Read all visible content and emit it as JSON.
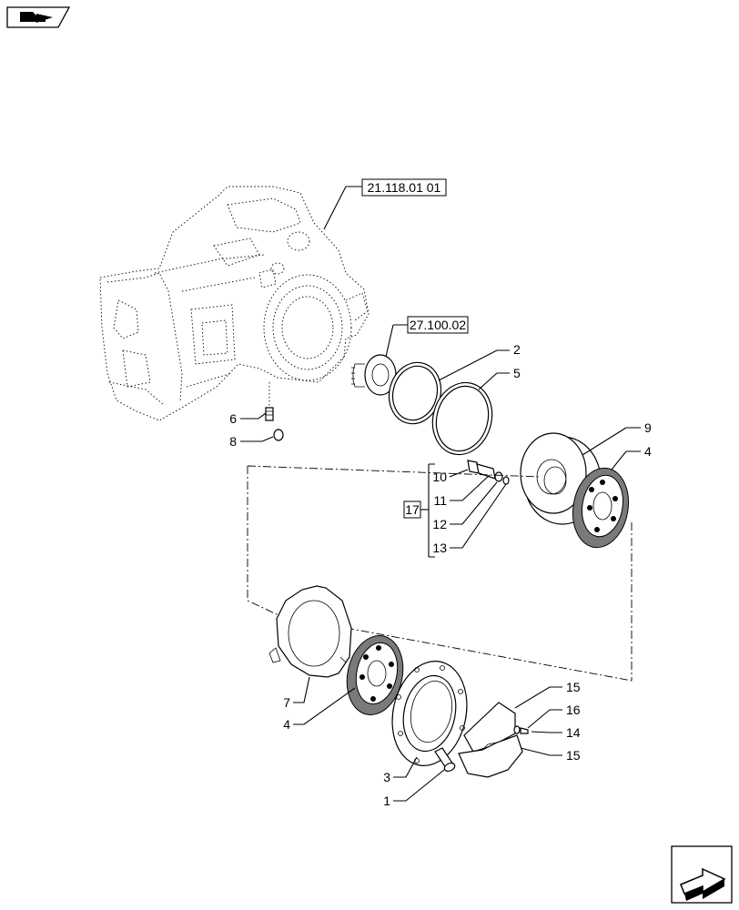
{
  "references": {
    "housing": "21.118.01 01",
    "hub": "27.100.02",
    "kit": "17"
  },
  "callouts": [
    {
      "id": "c1",
      "text": "1"
    },
    {
      "id": "c2",
      "text": "2"
    },
    {
      "id": "c3",
      "text": "3"
    },
    {
      "id": "c4a",
      "text": "4"
    },
    {
      "id": "c4b",
      "text": "4"
    },
    {
      "id": "c5",
      "text": "5"
    },
    {
      "id": "c6",
      "text": "6"
    },
    {
      "id": "c7",
      "text": "7"
    },
    {
      "id": "c8",
      "text": "8"
    },
    {
      "id": "c9",
      "text": "9"
    },
    {
      "id": "c10",
      "text": "10"
    },
    {
      "id": "c11",
      "text": "11"
    },
    {
      "id": "c12",
      "text": "12"
    },
    {
      "id": "c13",
      "text": "13"
    },
    {
      "id": "c14",
      "text": "14"
    },
    {
      "id": "c15a",
      "text": "15"
    },
    {
      "id": "c15b",
      "text": "15"
    },
    {
      "id": "c16",
      "text": "16"
    }
  ],
  "icons": {
    "top_left": "previous-page-icon",
    "bottom_right": "next-page-icon"
  }
}
